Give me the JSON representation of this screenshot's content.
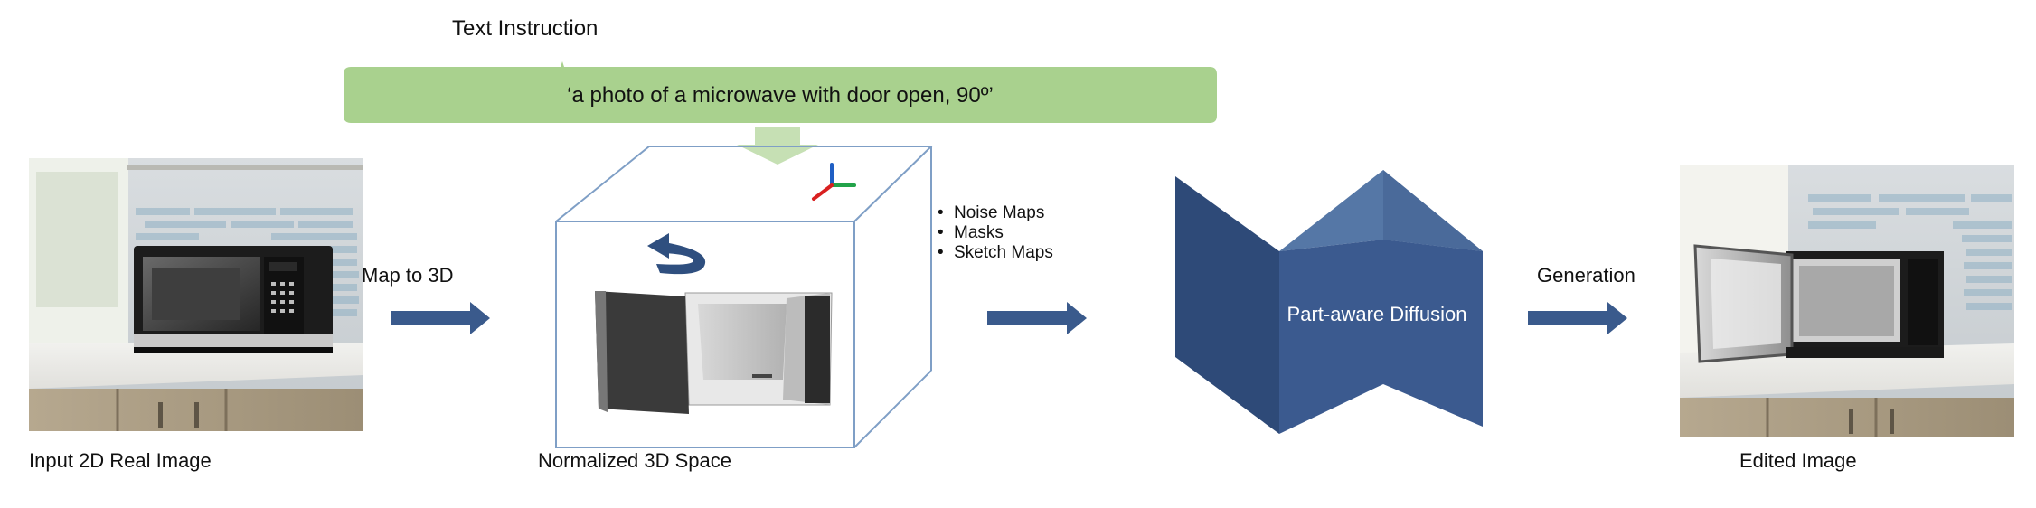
{
  "instruction": {
    "title": "Text Instruction",
    "prompt": "‘a photo of a microwave with door open, 90º’"
  },
  "steps": {
    "map_to_3d": "Map to 3D",
    "generation": "Generation"
  },
  "conditions": [
    "Noise Maps",
    "Masks",
    "Sketch Maps"
  ],
  "diffusion_label": "Part-aware Diffusion",
  "captions": {
    "input": "Input 2D Real Image",
    "space": "Normalized 3D Space",
    "output": "Edited Image"
  },
  "colors": {
    "prompt_bubble": "#a9d18e",
    "arrow": "#3a5a8c",
    "diffusion_front": "#3b5a8f",
    "diffusion_side": "#2e4a78",
    "diffusion_top": "#5577a6",
    "cube_edge": "#7f9fc6"
  },
  "icons": [
    "axis-gizmo-icon",
    "rotate-arrow-icon"
  ]
}
